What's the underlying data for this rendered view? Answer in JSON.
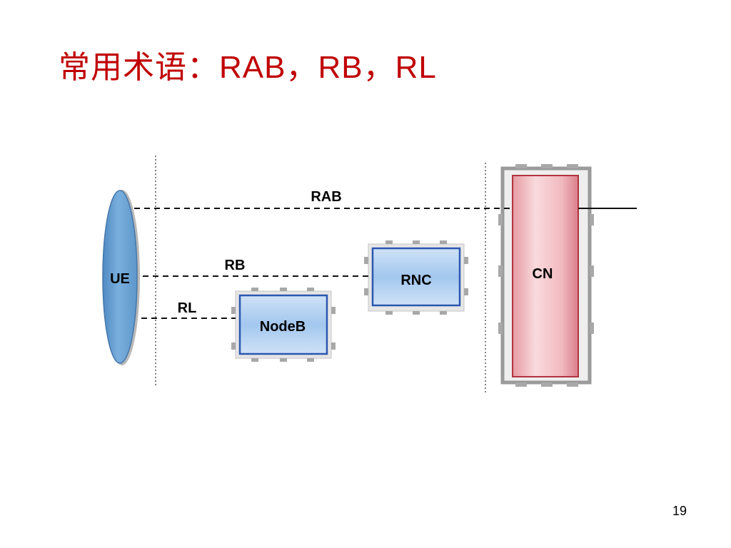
{
  "title": "常用术语：RAB，RB，RL",
  "page_number": "19",
  "nodes": {
    "ue": "UE",
    "nodeb": "NodeB",
    "rnc": "RNC",
    "cn": "CN"
  },
  "links": {
    "rab": "RAB",
    "rb": "RB",
    "rl": "RL"
  },
  "colors": {
    "title": "#c00000",
    "ue_fill": "#6fa6d6",
    "node_fill": "#9cc2ec",
    "cn_fill": "#f4c4c8",
    "frame": "#9a9a9a"
  }
}
